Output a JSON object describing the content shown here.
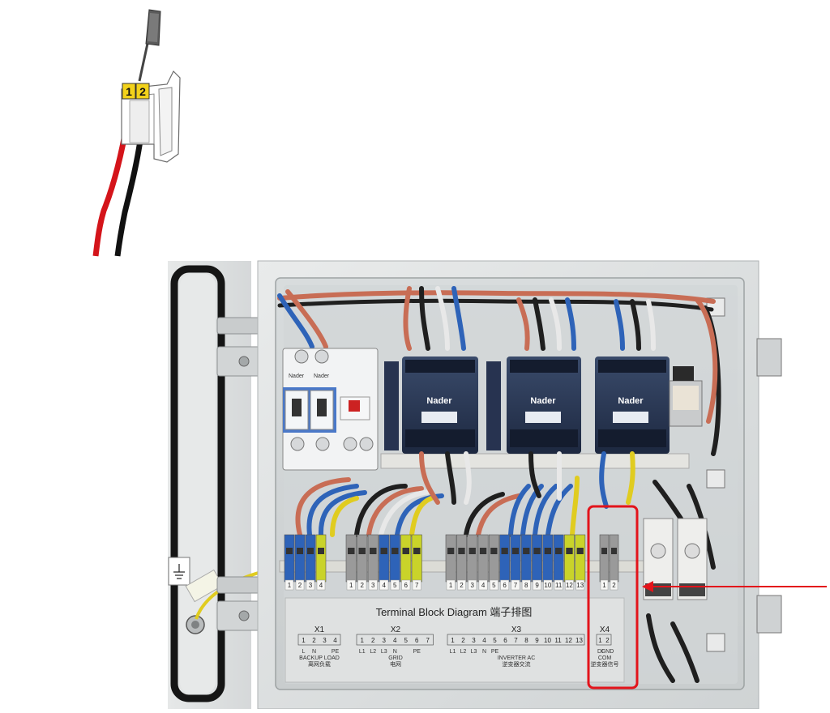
{
  "connector": {
    "pin1": "1",
    "pin2": "2",
    "colors": {
      "red_wire": "#d4141a",
      "black_wire": "#111111",
      "label_yellow": "#f2d21a"
    }
  },
  "panel": {
    "brand": "Nader",
    "colors": {
      "cabinet": "#dfe2e2",
      "contactor": "#2b3a55",
      "highlight": "#e3141b"
    }
  },
  "diagram": {
    "title": "Terminal Block Diagram 端子排图",
    "blocks": [
      {
        "id": "X1",
        "numbers": [
          "1",
          "2",
          "3",
          "4"
        ],
        "sub": [
          "L",
          "N",
          "",
          "PE"
        ],
        "name": "BACKUP LOAD",
        "cn": "离网负载"
      },
      {
        "id": "X2",
        "numbers": [
          "1",
          "2",
          "3",
          "4",
          "5",
          "6",
          "7"
        ],
        "sub": [
          "L1",
          "L2",
          "L3",
          "N",
          "",
          "PE",
          ""
        ],
        "name": "GRID",
        "cn": "电网"
      },
      {
        "id": "X3",
        "numbers": [
          "1",
          "2",
          "3",
          "4",
          "5",
          "6",
          "7",
          "8",
          "9",
          "10",
          "11",
          "12",
          "13"
        ],
        "sub": [
          "L1",
          "L2",
          "L3",
          "N",
          "PE"
        ],
        "name": "INVERTER AC",
        "cn": "逆变器交流"
      },
      {
        "id": "X4",
        "numbers": [
          "1",
          "2"
        ],
        "sub": [
          "DI",
          "GND"
        ],
        "name": "COM",
        "cn": "逆变器信号"
      }
    ]
  },
  "rail_numbers": {
    "x1": [
      "1",
      "2",
      "3",
      "4"
    ],
    "x2": [
      "1",
      "2",
      "3",
      "4",
      "5",
      "6",
      "7"
    ],
    "x3": [
      "1",
      "2",
      "3",
      "4",
      "5",
      "6",
      "7",
      "8",
      "9",
      "10",
      "11",
      "12",
      "13"
    ],
    "x4": [
      "1",
      "2"
    ]
  }
}
